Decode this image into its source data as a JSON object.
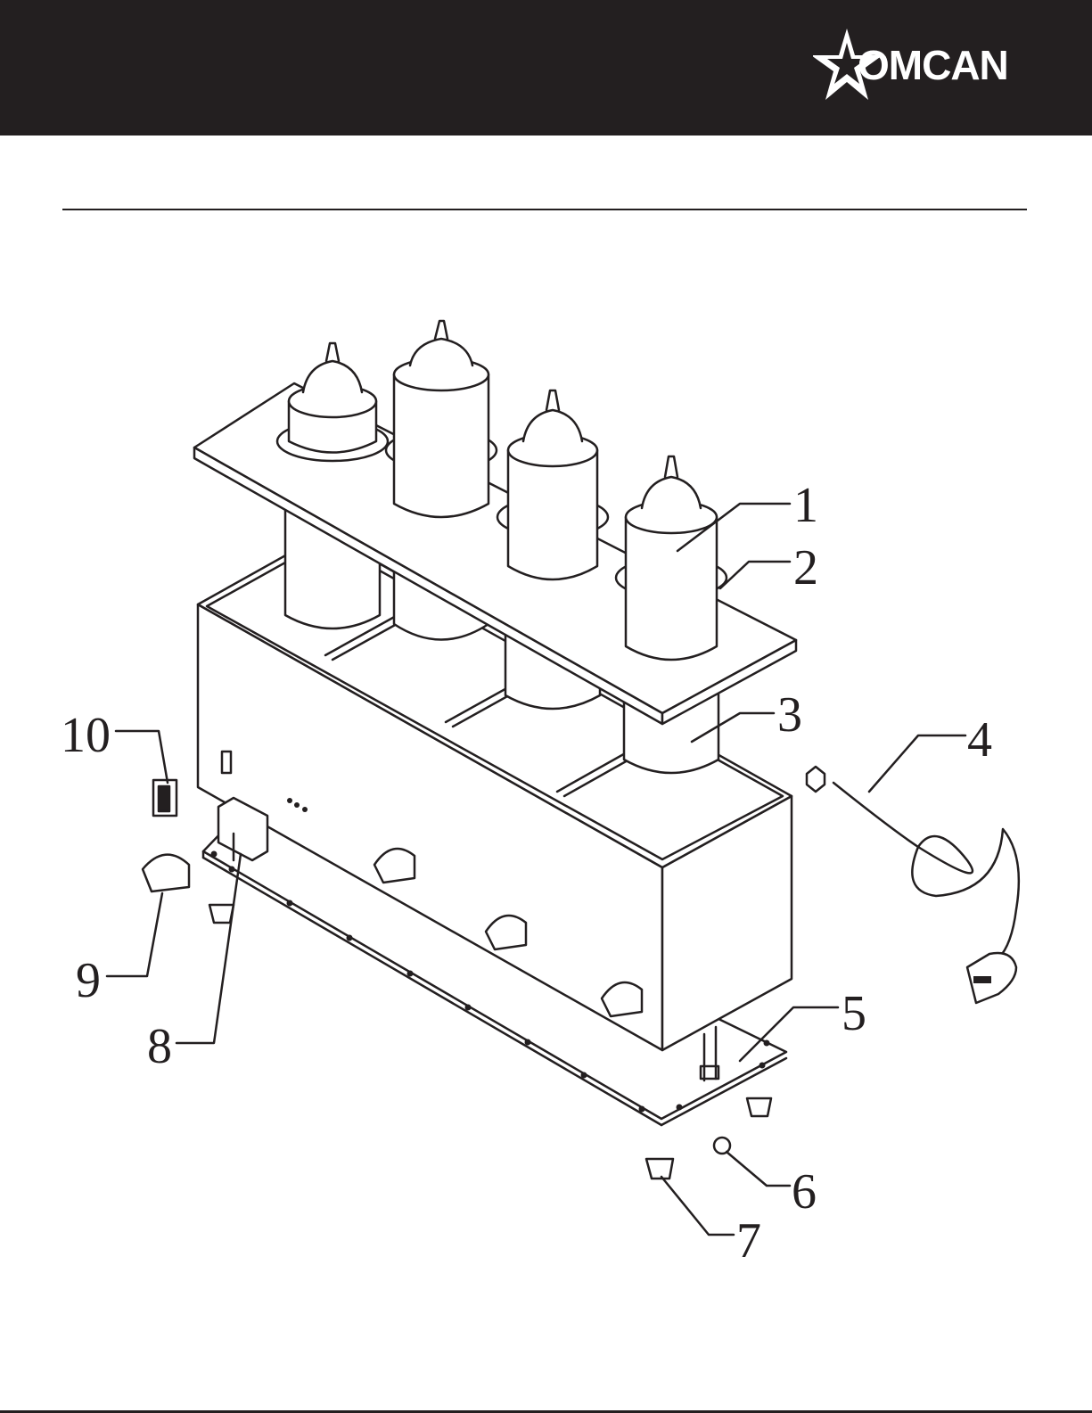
{
  "brand": {
    "name": "OMCAN",
    "color_header": "#231f20",
    "color_logo": "#ffffff"
  },
  "callouts": [
    {
      "id": "1",
      "label": "1"
    },
    {
      "id": "2",
      "label": "2"
    },
    {
      "id": "3",
      "label": "3"
    },
    {
      "id": "4",
      "label": "4"
    },
    {
      "id": "5",
      "label": "5"
    },
    {
      "id": "6",
      "label": "6"
    },
    {
      "id": "7",
      "label": "7"
    },
    {
      "id": "8",
      "label": "8"
    },
    {
      "id": "9",
      "label": "9"
    },
    {
      "id": "10",
      "label": "10"
    }
  ]
}
